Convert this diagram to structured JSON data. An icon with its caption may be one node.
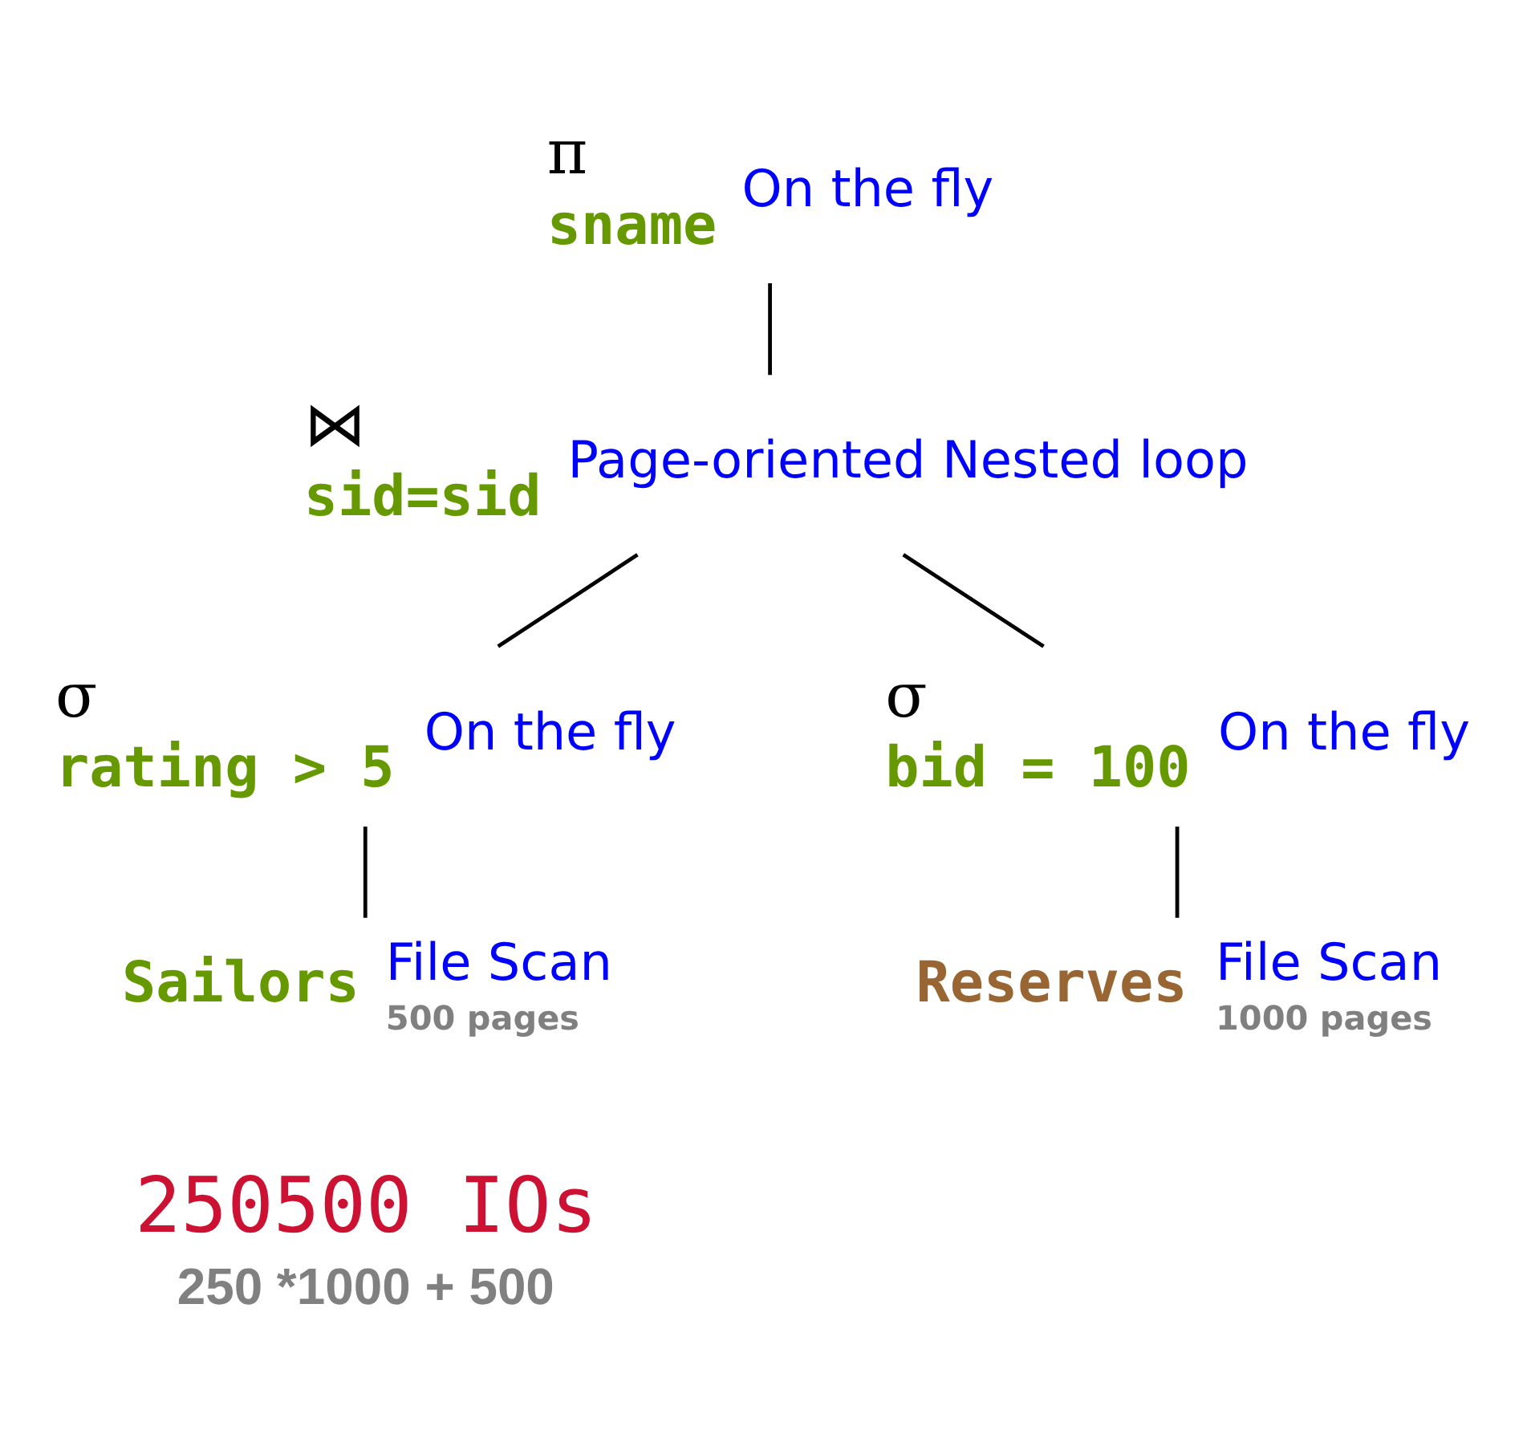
{
  "diagram": {
    "nodes": [
      {
        "text": [
          "π",
          "sname"
        ],
        "beside": [
          "On the fly"
        ]
      },
      {
        "text": [
          "⋈",
          "sid=sid"
        ],
        "beside": [
          "Page-oriented Nested loop"
        ]
      },
      {
        "text": [
          "σ",
          "rating > 5"
        ],
        "beside": [
          "On the fly"
        ]
      },
      {
        "text": [
          "σ",
          "bid = 100"
        ],
        "beside": [
          "On the fly"
        ]
      },
      {
        "text": [
          "Sailors"
        ],
        "beside": [
          "File Scan",
          "500 pages"
        ]
      },
      {
        "text": [
          "Reserves"
        ],
        "beside": [
          "File Scan",
          "1000 pages"
        ]
      }
    ],
    "edges": [
      {
        "from": 0,
        "to": 1,
        "arrow": "none"
      },
      {
        "from": 1,
        "to": 2,
        "arrow": "none"
      },
      {
        "from": 1,
        "to": 3,
        "arrow": "none"
      },
      {
        "from": 2,
        "to": 4,
        "arrow": "none"
      },
      {
        "from": 3,
        "to": 5,
        "arrow": "none"
      }
    ],
    "labels": [
      "250500 IOs",
      "250 *1000 + 500"
    ]
  }
}
